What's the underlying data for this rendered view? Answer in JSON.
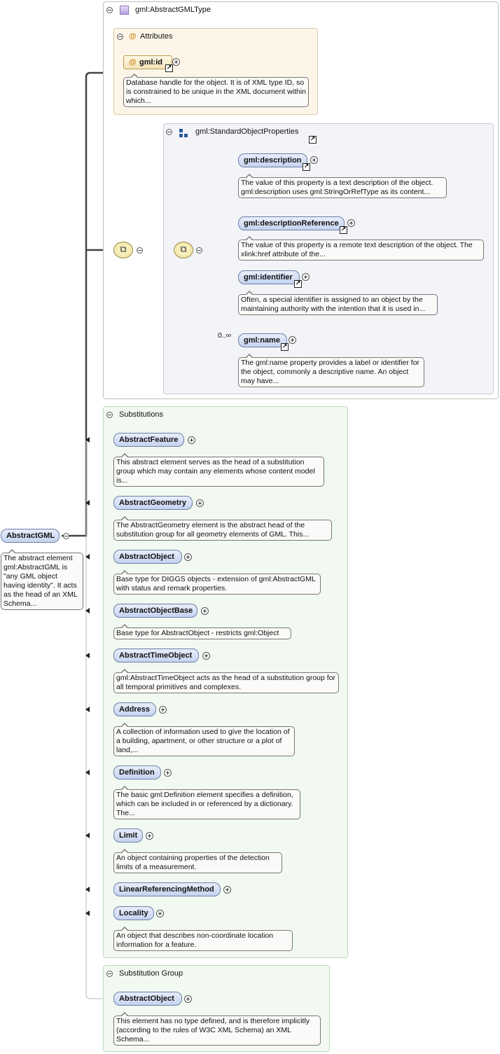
{
  "type_panel": {
    "title": "gml:AbstractGMLType",
    "icon": "complex-type-icon"
  },
  "attributes": {
    "title": "Attributes",
    "gml_id": {
      "name": "gml:id",
      "doc": "Database handle for the object. It is of XML type ID, so is constrained to be unique in the XML document within which..."
    }
  },
  "sequence_group": {
    "title": "gml:StandardObjectProperties",
    "elements": [
      {
        "name": "gml:description",
        "doc": "The value of this property is a text description of the object. gml:description uses gml:StringOrRefType as its content..."
      },
      {
        "name": "gml:descriptionReference",
        "doc": "The value of this property is a remote text description of the object. The xlink:href attribute of the..."
      },
      {
        "name": "gml:identifier",
        "doc": "Often, a special identifier is assigned to an object by the maintaining authority with the intention that it is used in..."
      },
      {
        "name": "gml:name",
        "doc": "The gml:name property provides a label or identifier for the object, commonly a descriptive name. An object may have...",
        "cardinality": "0..∞"
      }
    ]
  },
  "root": {
    "name": "AbstractGML",
    "doc": "The abstract element gml:AbstractGML is \"any GML object having identity\". It acts as the head of an XML Schema..."
  },
  "substitutions": {
    "title": "Substitutions",
    "items": [
      {
        "name": "AbstractFeature",
        "doc": "This abstract element serves as the head of a substitution group which may contain any elements whose content model is..."
      },
      {
        "name": "AbstractGeometry",
        "doc": "The AbstractGeometry element is the abstract head of the substitution group for all geometry elements of GML. This..."
      },
      {
        "name": "AbstractObject",
        "doc": "Base type for DIGGS objects - extension of gml:AbstractGML with status and remark properties."
      },
      {
        "name": "AbstractObjectBase",
        "doc": "Base type for AbstractObject - restricts gml:Object"
      },
      {
        "name": "AbstractTimeObject",
        "doc": "gml:AbstractTimeObject acts as the head of a substitution group for all temporal primitives and complexes."
      },
      {
        "name": "Address",
        "doc": "A collection of information used to give the location of a building, apartment, or other structure or a plot of land,..."
      },
      {
        "name": "Definition",
        "doc": "The basic gml:Definition element specifies a definition, which can be included in or referenced by a dictionary. The..."
      },
      {
        "name": "Limit",
        "doc": "An object containing properties of the detection limits of a measurement."
      },
      {
        "name": "LinearReferencingMethod",
        "doc": ""
      },
      {
        "name": "Locality",
        "doc": "An object that describes non-coordinate location information for a feature."
      }
    ]
  },
  "substitution_group": {
    "title": "Substitution Group",
    "item": {
      "name": "AbstractObject",
      "doc": "This element has no type defined, and is therefore implicitly (according to the rules of W3C XML Schema) an XML Schema..."
    }
  },
  "colors": {
    "element_fill": "#c5d3ef",
    "attribute_fill": "#fdf6e8",
    "substitution_fill": "#f1f9f1",
    "sequence_fill": "#f3f4f8"
  }
}
